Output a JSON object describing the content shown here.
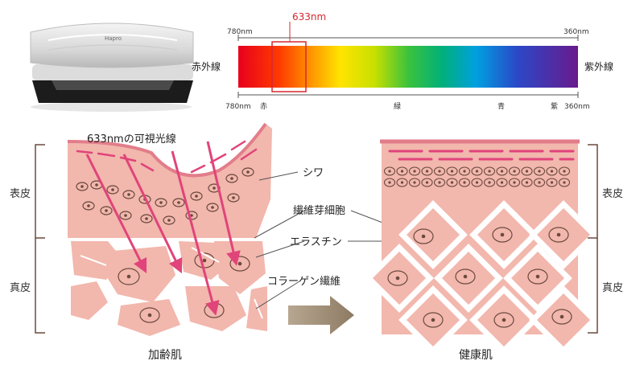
{
  "device": {
    "brand": "Hapro"
  },
  "spectrum": {
    "top_left": "780nm",
    "top_right": "360nm",
    "highlight": "633nm",
    "left_label": "赤外線",
    "right_label": "紫外線",
    "bottom_left": "780nm",
    "bottom_right": "360nm",
    "red": "赤",
    "green": "緑",
    "blue": "青",
    "violet": "紫",
    "highlight_color": "#d7282f"
  },
  "aged_skin": {
    "light_label": "633nmの可視光線",
    "wrinkle": "シワ",
    "fibroblast": "繊維芽細胞",
    "elastin": "エラスチン",
    "collagen": "コラーゲン繊維",
    "caption": "加齢肌"
  },
  "healthy_skin": {
    "caption": "健康肌"
  },
  "layers": {
    "epidermis_left": "表皮",
    "dermis_left": "真皮",
    "epidermis_right": "表皮",
    "dermis_right": "真皮"
  },
  "colors": {
    "skin": "#f2b7ad",
    "skin_dark": "#e27d8a",
    "ray": "#e0447a",
    "arrow": "#9b8872",
    "outline": "#6b4a3f"
  }
}
